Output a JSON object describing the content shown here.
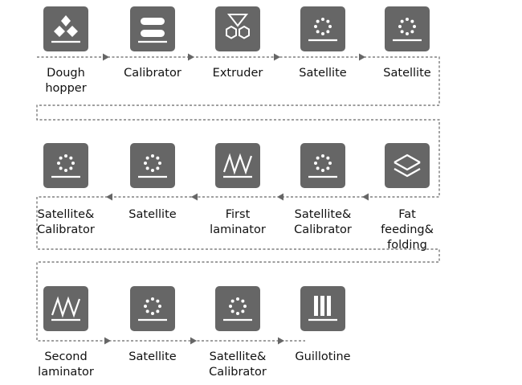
{
  "colors": {
    "tile": "#666666",
    "connector": "#666666",
    "glyph": "#ffffff",
    "text": "#111111"
  },
  "rows": [
    {
      "direction": "right",
      "steps": [
        {
          "label": "Dough hopper",
          "icon": "dough-hopper-icon"
        },
        {
          "label": "Calibrator",
          "icon": "calibrator-icon"
        },
        {
          "label": "Extruder",
          "icon": "extruder-icon"
        },
        {
          "label": "Satellite",
          "icon": "satellite-icon"
        },
        {
          "label": "Satellite",
          "icon": "satellite-icon"
        }
      ]
    },
    {
      "direction": "left",
      "steps": [
        {
          "label": "Satellite&\nCalibrator",
          "icon": "satellite-icon"
        },
        {
          "label": "Satellite",
          "icon": "satellite-icon"
        },
        {
          "label": "First laminator",
          "icon": "laminator-icon"
        },
        {
          "label": "Satellite&\nCalibrator",
          "icon": "satellite-icon"
        },
        {
          "label": "Fat feeding&\nfolding",
          "icon": "folding-icon"
        }
      ]
    },
    {
      "direction": "right",
      "steps": [
        {
          "label": "Second laminator",
          "icon": "laminator-icon"
        },
        {
          "label": "Satellite",
          "icon": "satellite-icon"
        },
        {
          "label": "Satellite&\nCalibrator",
          "icon": "satellite-icon"
        },
        {
          "label": "Guillotine",
          "icon": "guillotine-icon"
        }
      ]
    }
  ]
}
